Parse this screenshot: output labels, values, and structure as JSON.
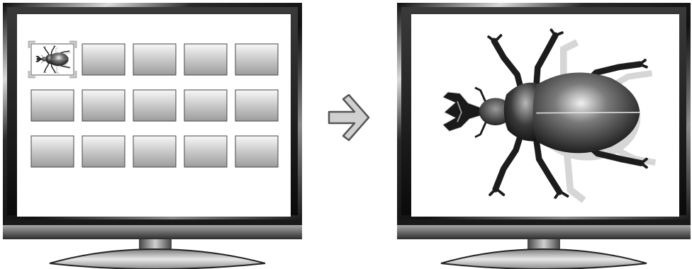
{
  "illustration": {
    "left_monitor": {
      "grid": {
        "rows": 3,
        "columns": 5,
        "selected_index": 0
      },
      "selected_thumbnail_icon": "beetle-icon"
    },
    "arrow_icon": "right-arrow-icon",
    "right_monitor": {
      "enlarged_image_icon": "beetle-icon"
    },
    "colors": {
      "bezel_dark": "#1a1a1a",
      "bezel_light": "#d8d8d8",
      "screen": "#ffffff",
      "thumbnail_top": "#f7f7f7",
      "thumbnail_bottom": "#9c9c9c",
      "selection_corner": "#b8b8b8",
      "arrow_fill": "#d0d0d0",
      "arrow_outline": "#555555"
    }
  }
}
